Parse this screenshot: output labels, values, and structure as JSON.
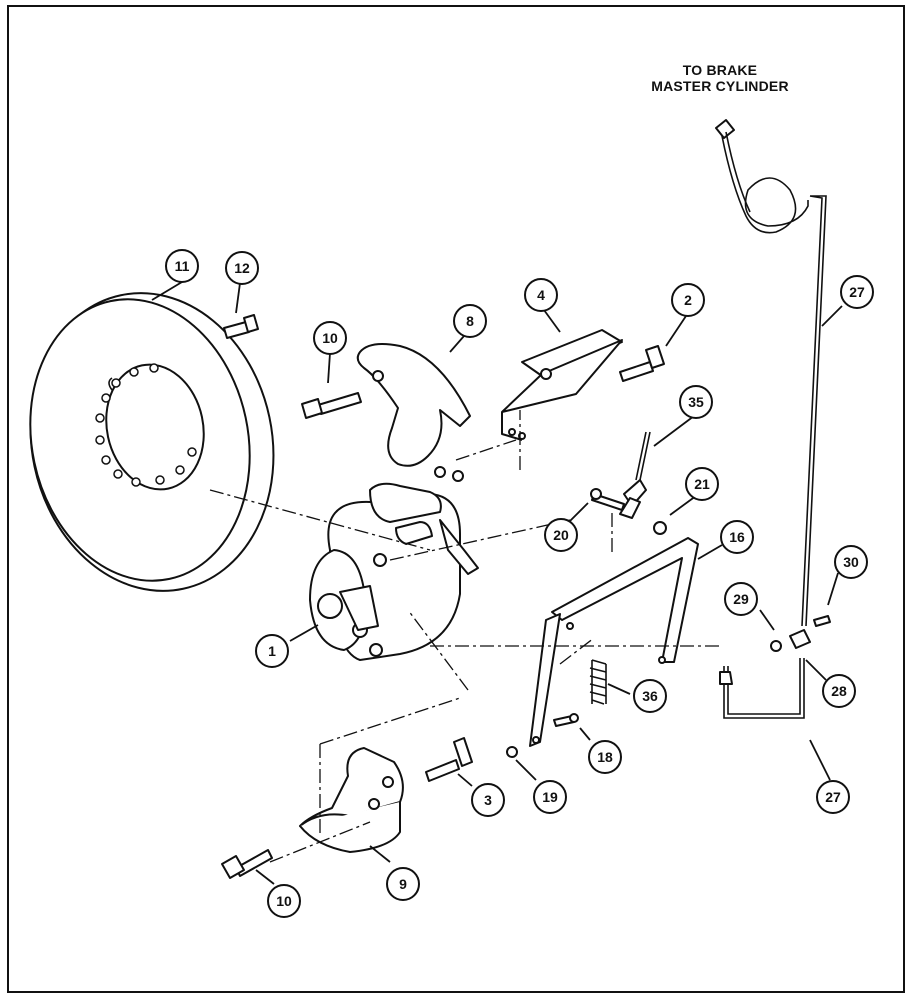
{
  "note": {
    "line1": "TO BRAKE",
    "line2": "MASTER CYLINDER"
  },
  "callouts": [
    {
      "id": "c1",
      "label": "1"
    },
    {
      "id": "c2",
      "label": "2"
    },
    {
      "id": "c3",
      "label": "3"
    },
    {
      "id": "c4",
      "label": "4"
    },
    {
      "id": "c8",
      "label": "8"
    },
    {
      "id": "c9",
      "label": "9"
    },
    {
      "id": "c10a",
      "label": "10"
    },
    {
      "id": "c10b",
      "label": "10"
    },
    {
      "id": "c11",
      "label": "11"
    },
    {
      "id": "c12",
      "label": "12"
    },
    {
      "id": "c16",
      "label": "16"
    },
    {
      "id": "c18",
      "label": "18"
    },
    {
      "id": "c19",
      "label": "19"
    },
    {
      "id": "c20",
      "label": "20"
    },
    {
      "id": "c21",
      "label": "21"
    },
    {
      "id": "c27a",
      "label": "27"
    },
    {
      "id": "c27b",
      "label": "27"
    },
    {
      "id": "c28",
      "label": "28"
    },
    {
      "id": "c29",
      "label": "29"
    },
    {
      "id": "c30",
      "label": "30"
    },
    {
      "id": "c35",
      "label": "35"
    },
    {
      "id": "c36",
      "label": "36"
    }
  ]
}
